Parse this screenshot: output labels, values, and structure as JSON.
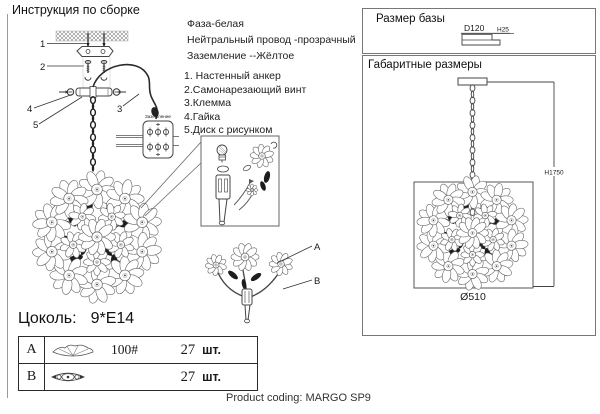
{
  "header": {
    "title": "Инструкция по сборке"
  },
  "wiring": {
    "phase": "Фаза-белая",
    "neutral": "Нейтральный провод -прозрачный",
    "ground": "Заземление --Жёлтое"
  },
  "parts": [
    "1. Настенный анкер",
    "2.Самонарезающий винт",
    "3.Клемма",
    "4.Гайка",
    "5.Диск с рисунком"
  ],
  "callouts": {
    "n1": "1",
    "n2": "2",
    "n3": "3",
    "n4": "4",
    "n5": "5",
    "ground_tiny": "Заземление",
    "a": "A",
    "b": "B"
  },
  "base_box": {
    "title": "Размер базы",
    "d_label": "D120",
    "h_label": "H25"
  },
  "overall_box": {
    "title": "Габаритные размеры",
    "height_label": "H1750",
    "diameter_label": "Ø510"
  },
  "socket_line": {
    "label": "Цоколь:",
    "value": "9*E14"
  },
  "parts_table": {
    "rows": [
      {
        "letter": "A",
        "icon": "flower-shade-icon",
        "size": "100#",
        "qty": "27",
        "unit": "шт."
      },
      {
        "letter": "B",
        "icon": "crystal-icon",
        "size": "",
        "qty": "27",
        "unit": "шт."
      }
    ]
  },
  "footer": {
    "product_coding": "Product coding: MARGO SP9"
  },
  "colors": {
    "ink": "#1a1a1a",
    "line": "#555555",
    "dark_fill": "#1d1d1d",
    "border": "#777777"
  }
}
